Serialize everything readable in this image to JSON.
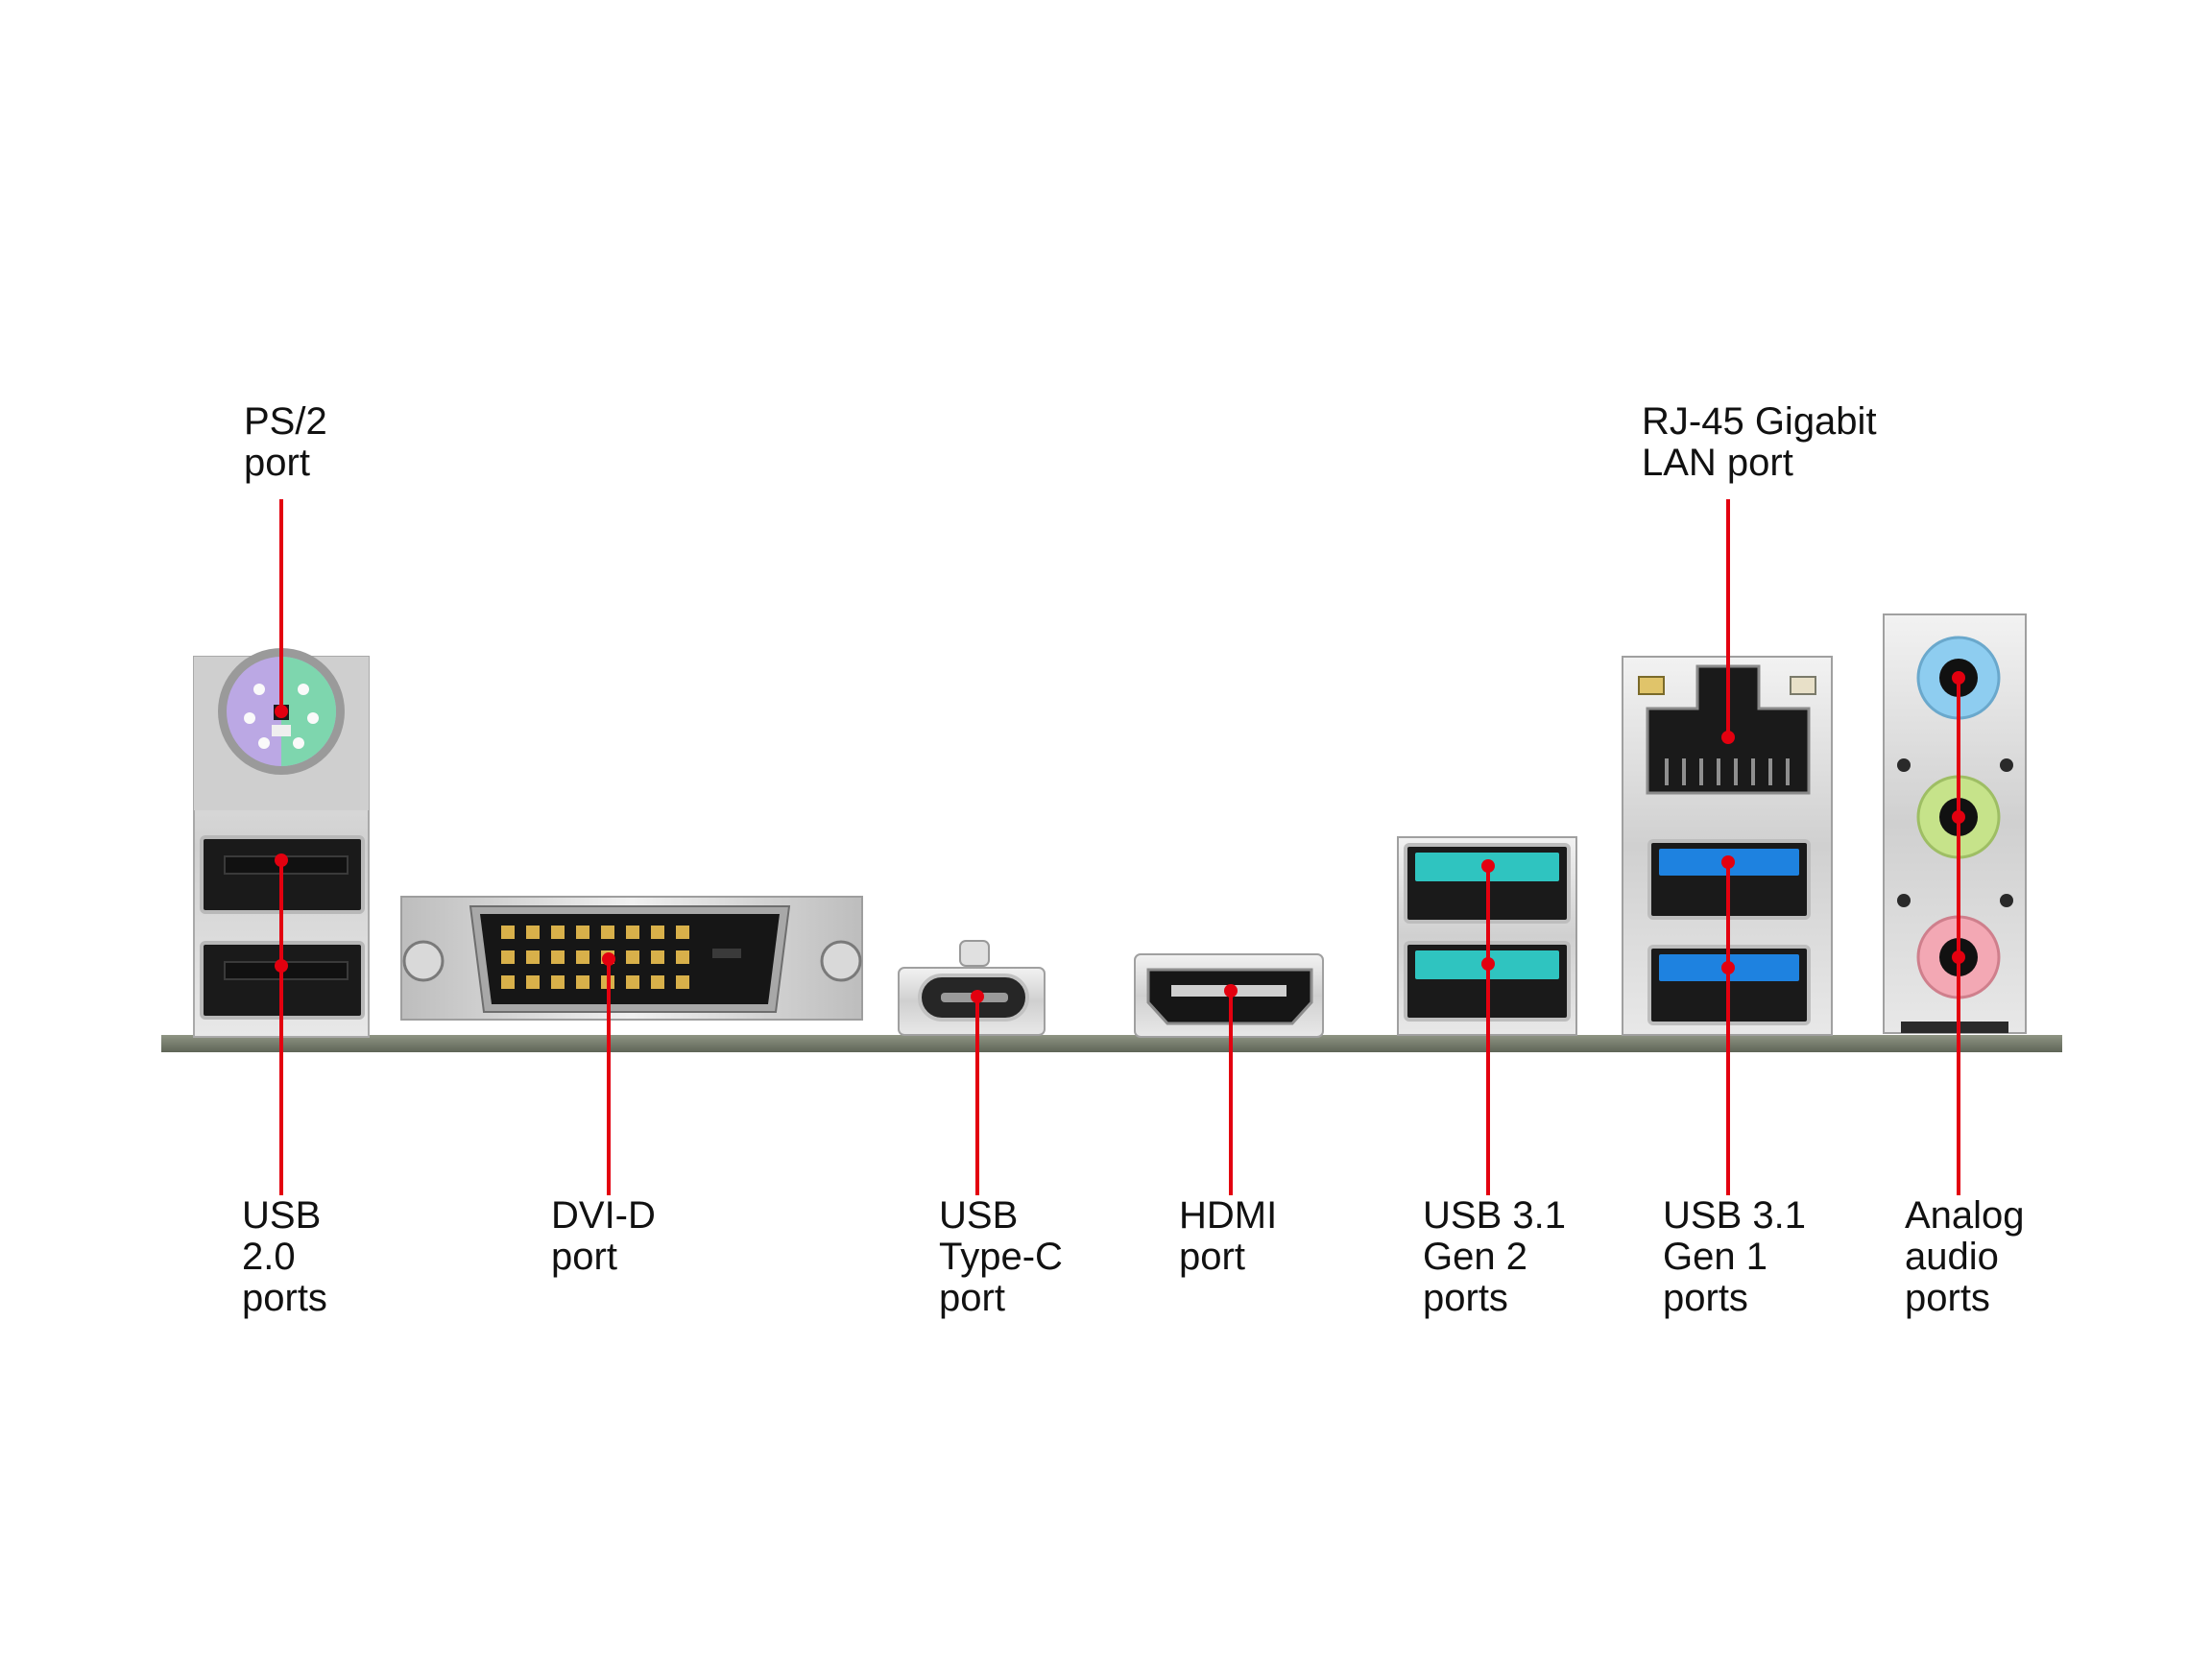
{
  "colors": {
    "leader": "#e3000f",
    "pcb": "#7c8271",
    "bracket": "#d8d8d8",
    "usb31_gen2": "#2fc4c0",
    "usb31_gen1": "#1e82e0",
    "ps2_mouse": "#bba8e4",
    "ps2_keyboard": "#7ed6ae",
    "audio_line_in": "#8ecdf0",
    "audio_line_out": "#c6e38a",
    "audio_mic": "#f3a8b4"
  },
  "labels": {
    "ps2": [
      "PS/2",
      "port"
    ],
    "rj45": [
      "RJ-45 Gigabit",
      "LAN port"
    ],
    "usb20": [
      "USB",
      "2.0",
      "ports"
    ],
    "dvid": [
      "DVI-D",
      "port"
    ],
    "usbc": [
      "USB",
      "Type-C",
      "port"
    ],
    "hdmi": [
      "HDMI",
      "port"
    ],
    "usb31gen2": [
      "USB 3.1",
      "Gen 2",
      "ports"
    ],
    "usb31gen1": [
      "USB 3.1",
      "Gen 1",
      "ports"
    ],
    "audio": [
      "Analog",
      "audio",
      "ports"
    ]
  }
}
